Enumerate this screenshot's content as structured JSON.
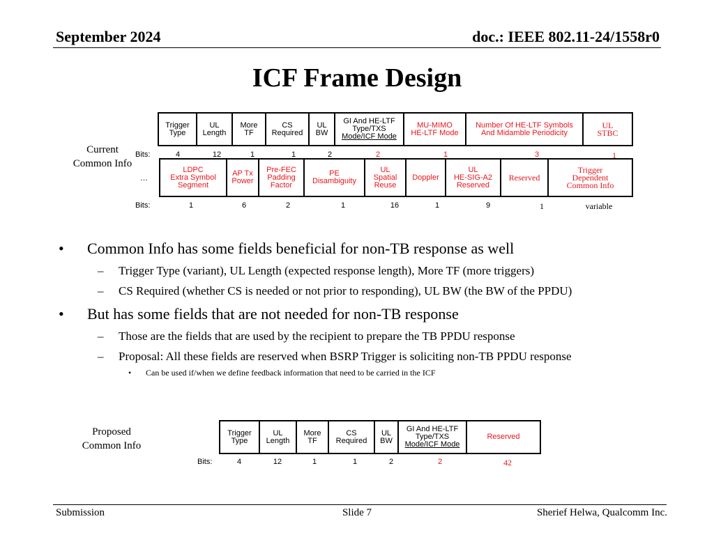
{
  "header": {
    "date": "September 2024",
    "doc": "doc.: IEEE 802.11-24/1558r0"
  },
  "title": "ICF Frame Design",
  "current_label": [
    "Current",
    "Common Info"
  ],
  "proposed_label": [
    "Proposed",
    "Common Info"
  ],
  "bits_label": "Bits:",
  "ellipsis": "…",
  "row1_fields": [
    [
      "Trigger",
      "Type"
    ],
    [
      "UL",
      "Length"
    ],
    [
      "More",
      "TF"
    ],
    [
      "CS",
      "Required"
    ],
    [
      "UL",
      "BW"
    ],
    [
      "GI And HE-LTF",
      "Type/TXS",
      "Mode/ICF Mode"
    ],
    [
      "MU-MIMO",
      "HE-LTF Mode"
    ],
    [
      "Number Of HE-LTF Symbols",
      "And Midamble Periodicity"
    ],
    [
      "UL",
      "STBC"
    ]
  ],
  "row1_bits": [
    "4",
    "12",
    "1",
    "1",
    "2",
    "2",
    "1",
    "3",
    "1"
  ],
  "row2_fields": [
    [
      "LDPC",
      "Extra Symbol",
      "Segment"
    ],
    [
      "AP Tx",
      "Power"
    ],
    [
      "Pre-FEC",
      "Padding",
      "Factor"
    ],
    [
      "PE",
      "Disambiguity"
    ],
    [
      "UL",
      "Spatial",
      "Reuse"
    ],
    [
      "Doppler"
    ],
    [
      "UL",
      "HE-SIG-A2",
      "Reserved"
    ],
    [
      "Reserved"
    ],
    [
      "Trigger",
      "Dependent",
      "Common Info"
    ]
  ],
  "row2_bits": [
    "1",
    "6",
    "2",
    "1",
    "16",
    "1",
    "9",
    "1",
    "variable"
  ],
  "proposed_fields": [
    [
      "Trigger",
      "Type"
    ],
    [
      "UL",
      "Length"
    ],
    [
      "More",
      "TF"
    ],
    [
      "CS",
      "Required"
    ],
    [
      "UL",
      "BW"
    ],
    [
      "GI And HE-LTF",
      "Type/TXS",
      "Mode/ICF Mode"
    ],
    [
      "Reserved"
    ]
  ],
  "proposed_bits": [
    "4",
    "12",
    "1",
    "1",
    "2",
    "2",
    "42"
  ],
  "bullets": {
    "b1": "Common Info has some fields beneficial for non-TB response as well",
    "b1_1": "Trigger Type (variant), UL Length (expected response length), More TF (more triggers)",
    "b1_2": "CS Required (whether CS is needed or not prior to responding), UL BW (the BW of the PPDU)",
    "b2": "But has some fields that are not needed for non-TB response",
    "b2_1": "Those are the fields that are used by the recipient to prepare the TB PPDU response",
    "b2_2": "Proposal: All these fields are reserved when BSRP Trigger is soliciting non-TB PPDU response",
    "b2_2_1": "Can be used if/when we define feedback information that need to be carried in the ICF"
  },
  "footer": {
    "left": "Submission",
    "center": "Slide 7",
    "right": "Sherief Helwa, Qualcomm Inc."
  },
  "colors": {
    "highlight": "#e8141b"
  }
}
